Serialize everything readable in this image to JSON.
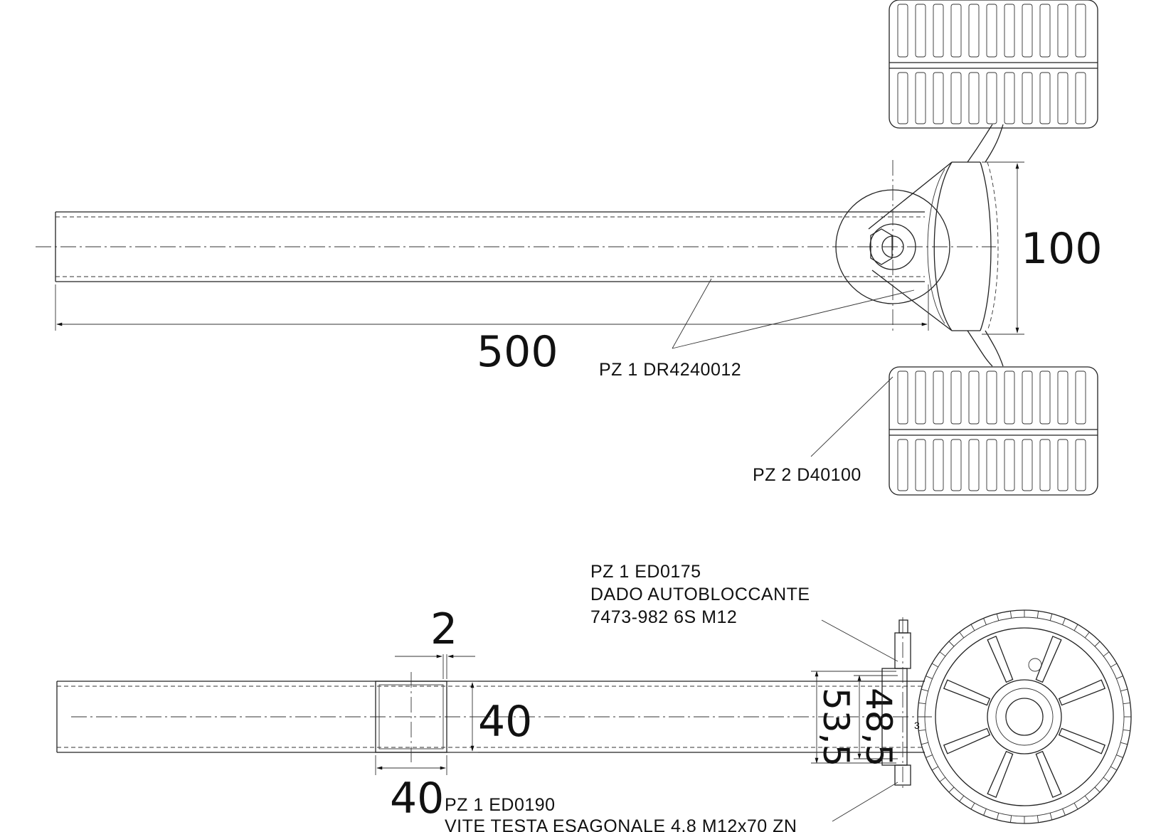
{
  "dimensions": {
    "length": "500",
    "height": "100",
    "wall": "2",
    "section_h": "40",
    "section_w": "40",
    "d535": "53,5",
    "d485": "48,5",
    "small3": "3"
  },
  "labels": {
    "tube": "PZ 1 DR4240012",
    "roller": "PZ 2 D40100",
    "nut": [
      "PZ 1 ED0175",
      "DADO AUTOBLOCCANTE",
      "7473-982 6S M12"
    ],
    "screw": [
      "PZ 1 ED0190",
      "VITE TESTA ESAGONALE 4.8 M12x70 ZN"
    ]
  }
}
